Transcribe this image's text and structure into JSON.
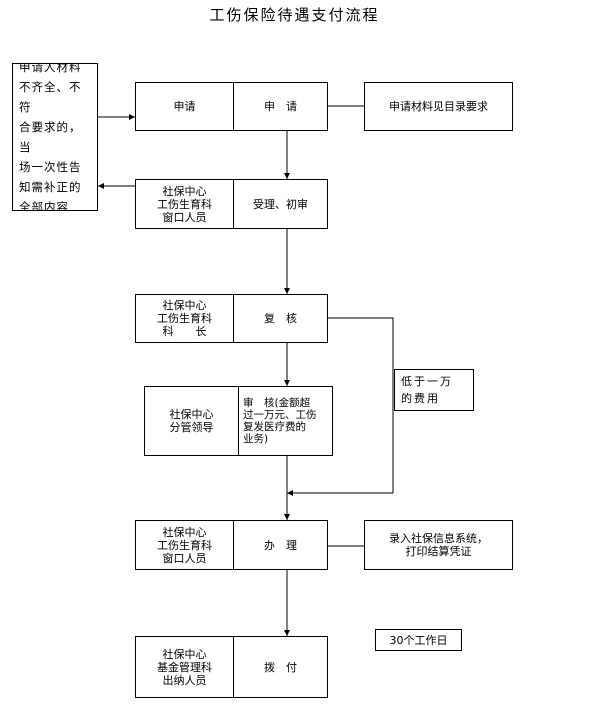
{
  "title": "工伤保险待遇支付流程",
  "left_note": "申请人材料\n不齐全、不符\n合要求的，当\n场一次性告\n知需补正的\n全部内容",
  "rows": [
    {
      "role": "申请",
      "step": "申　请"
    },
    {
      "role": "社保中心\n工伤生育科\n窗口人员",
      "step": "受理、初审"
    },
    {
      "role": "社保中心\n工伤生育科\n科　　长",
      "step": "复　核"
    },
    {
      "role": "社保中心\n分管领导",
      "step": "审　核(金额超\n过一万元、工伤\n复发医疗费的\n业务)"
    },
    {
      "role": "社保中心\n工伤生育科\n窗口人员",
      "step": "办　理"
    },
    {
      "role": "社保中心\n基金管理科\n出纳人员",
      "step": "拨　付"
    }
  ],
  "side_notes": {
    "materials": "申请材料见目录要求",
    "under_10k": "低于一万\n的费用",
    "record": "录入社保信息系统，\n打印结算凭证",
    "deadline": "30个工作日"
  }
}
